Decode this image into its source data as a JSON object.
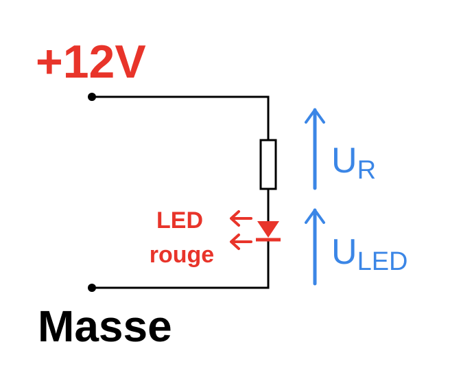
{
  "supply": {
    "label": "+12V",
    "color": "#e8342a"
  },
  "ground": {
    "label": "Masse",
    "color": "#000000"
  },
  "led": {
    "line1": "LED",
    "line2": "rouge",
    "color": "#e8342a"
  },
  "voltages": {
    "resistor": {
      "main": "U",
      "sub": "R"
    },
    "led": {
      "main": "U",
      "sub": "LED"
    },
    "color": "#3b86e6"
  },
  "icons": {
    "resistor": "resistor-icon",
    "diode": "led-diode-icon",
    "emission": "light-emission-arrows-icon",
    "arrow": "up-arrow-icon",
    "terminal": "terminal-dot-icon"
  }
}
